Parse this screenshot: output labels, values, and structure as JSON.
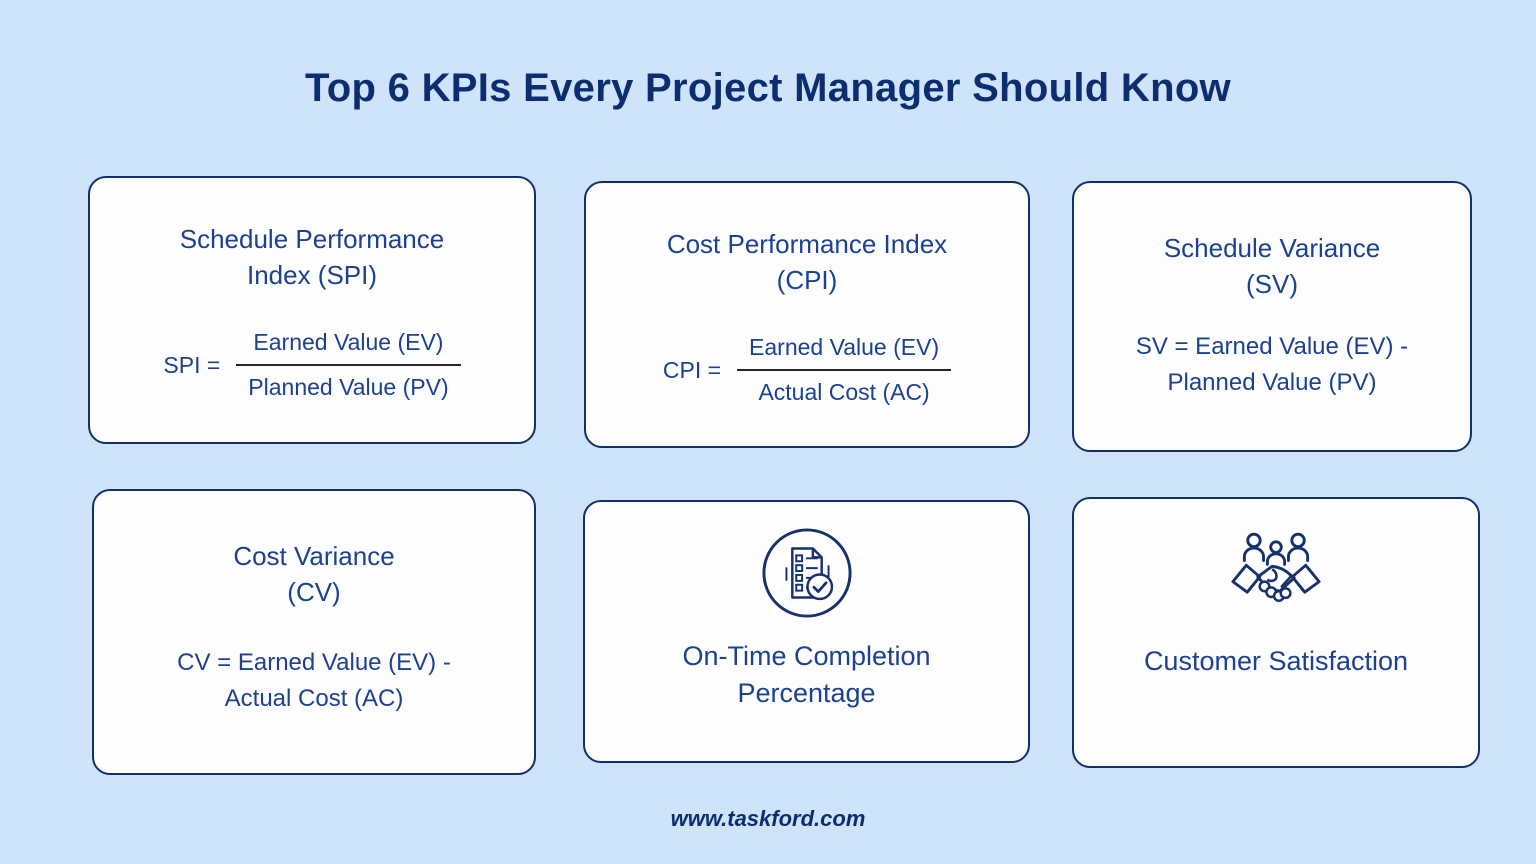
{
  "title": "Top 6 KPIs Every Project Manager Should Know",
  "footer": {
    "url_text": "www.taskford.com"
  },
  "colors": {
    "background": "#cfe3fb",
    "card_background": "#fdfdfe",
    "card_border": "#11306b",
    "title_text": "#0c2e70",
    "card_text": "#1b418f",
    "fraction_line": "#23262e",
    "icon_stroke": "#15316e"
  },
  "cards": [
    {
      "id": "spi",
      "heading_line1": "Schedule Performance",
      "heading_line2": "Index (SPI)",
      "formula": {
        "prefix": "SPI =",
        "numerator": "Earned Value (EV)",
        "denominator": "Planned Value (PV)"
      }
    },
    {
      "id": "cpi",
      "heading_line1": "Cost Performance Index",
      "heading_line2": "(CPI)",
      "formula": {
        "prefix": "CPI =",
        "numerator": "Earned Value (EV)",
        "denominator": "Actual Cost (AC)"
      }
    },
    {
      "id": "sv",
      "heading_line1": "Schedule Variance",
      "heading_line2": "(SV)",
      "formula": {
        "line1": "SV = Earned Value (EV) -",
        "line2": "Planned Value (PV)"
      }
    },
    {
      "id": "cv",
      "heading_line1": "Cost Variance",
      "heading_line2": "(CV)",
      "formula": {
        "line1": "CV = Earned Value (EV) -",
        "line2": "Actual Cost (AC)"
      }
    },
    {
      "id": "on_time_completion",
      "icon": "checklist-check-icon",
      "heading_line1": "On-Time Completion",
      "heading_line2": "Percentage"
    },
    {
      "id": "customer_satisfaction",
      "icon": "handshake-people-icon",
      "heading_line1": "Customer Satisfaction"
    }
  ]
}
